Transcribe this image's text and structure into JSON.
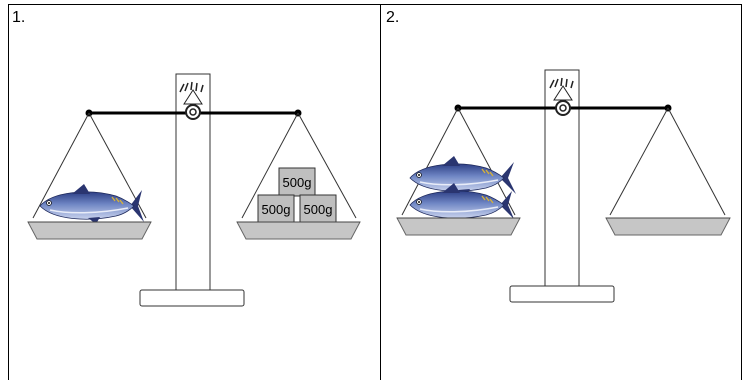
{
  "panels": [
    {
      "number": "1.",
      "left_pan": {
        "content": "fish",
        "fish_count": 1
      },
      "right_pan": {
        "content": "weights",
        "weights": [
          "500g",
          "500g",
          "500g"
        ]
      },
      "balanced": true
    },
    {
      "number": "2.",
      "left_pan": {
        "content": "fish",
        "fish_count": 2
      },
      "right_pan": {
        "content": "empty"
      },
      "balanced": true
    }
  ],
  "icons": {
    "pointer_scale": "scale-dial-icon",
    "fish": "tuna-fish-icon"
  }
}
